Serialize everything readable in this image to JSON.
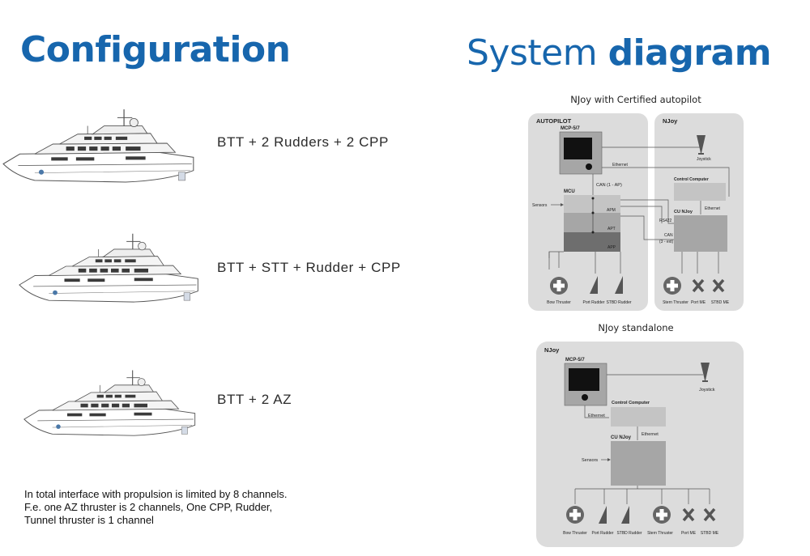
{
  "left": {
    "heading": "Configuration",
    "configs": [
      {
        "label": "BTT + 2 Rudders + 2 CPP",
        "image": "yacht-illustration"
      },
      {
        "label": "BTT + STT + Rudder + CPP",
        "image": "yacht-illustration"
      },
      {
        "label": "BTT + 2 AZ",
        "image": "yacht-illustration"
      }
    ],
    "note": [
      "In total interface with propulsion is limited by 8 channels.",
      "F.e. one AZ thruster is 2 channels, One CPP, Rudder,",
      "Tunnel thruster is 1 channel"
    ]
  },
  "right": {
    "heading_light": "System ",
    "heading_bold": "diagram",
    "diagram1": {
      "caption": "NJoy with Certified autopilot",
      "autopilot_title": "AUTOPILOT",
      "njoy_title": "NJoy",
      "mcp": "MCP-5/7",
      "ethernet": "Ethernet",
      "joystick": "Joystick",
      "can_ap": "CAN (1 - AP)",
      "mcu": "MCU",
      "sensors": "Sensors",
      "apm": "APM",
      "apt": "APT",
      "app": "APP",
      "control_computer": "Control Computer",
      "ethernet2": "Ethernet",
      "cu_njoy": "CU NJoy",
      "rs422": "RS422",
      "can_ext_1": "CAN",
      "can_ext_2": "(3 - ext)",
      "outputs": [
        "Bow Thruster",
        "Port Rudder",
        "STBD Rudder",
        "Stern Thruster",
        "Port ME",
        "STBD ME"
      ]
    },
    "diagram2": {
      "caption": "NJoy standalone",
      "title": "NJoy",
      "mcp": "MCP-5/7",
      "joystick": "Joystick",
      "control_computer": "Control Computer",
      "ethernet": "Ethernet",
      "ethernet2": "Ethernet",
      "cu_njoy": "CU NJoy",
      "sensors": "Sensors",
      "outputs": [
        "Bow Thruster",
        "Port Rudder",
        "STBD Rudder",
        "Stern Thruster",
        "Port ME",
        "STBD ME"
      ]
    }
  },
  "colors": {
    "heading": "#1766ad",
    "panel": "#dcdcdc",
    "box_light": "#c6c6c6",
    "box_mid": "#a8a8a8",
    "box_dark": "#6e6e6e"
  }
}
